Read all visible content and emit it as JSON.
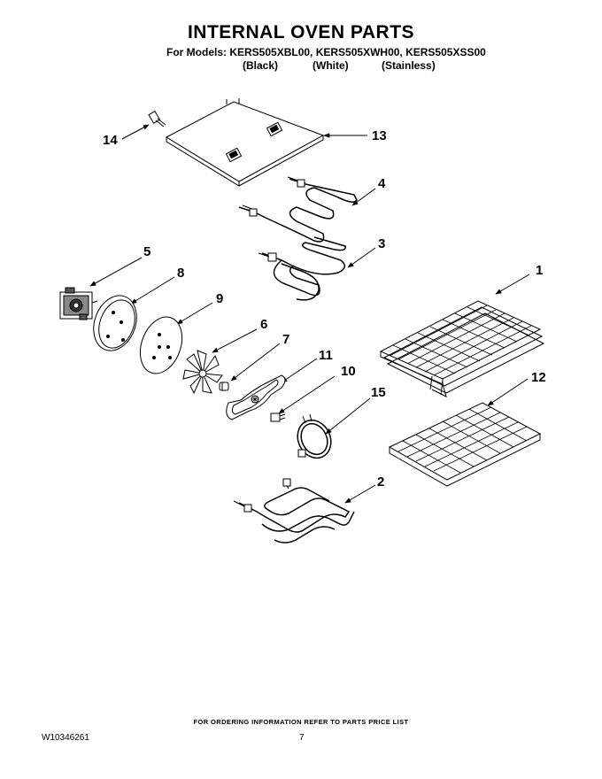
{
  "header": {
    "title": "INTERNAL OVEN PARTS",
    "models_line": "For Models: KERS505XBL00, KERS505XWH00, KERS505XSS00",
    "colors": [
      "(Black)",
      "(White)",
      "(Stainless)"
    ]
  },
  "callouts": {
    "part_1": "1",
    "part_2": "2",
    "part_3": "3",
    "part_4": "4",
    "part_5": "5",
    "part_6": "6",
    "part_7": "7",
    "part_8": "8",
    "part_9": "9",
    "part_10": "10",
    "part_11": "11",
    "part_12": "12",
    "part_13": "13",
    "part_14": "14",
    "part_15": "15"
  },
  "footer": {
    "order_note": "FOR ORDERING INFORMATION REFER TO PARTS PRICE LIST",
    "doc_number": "W10346261",
    "page_number": "7"
  }
}
